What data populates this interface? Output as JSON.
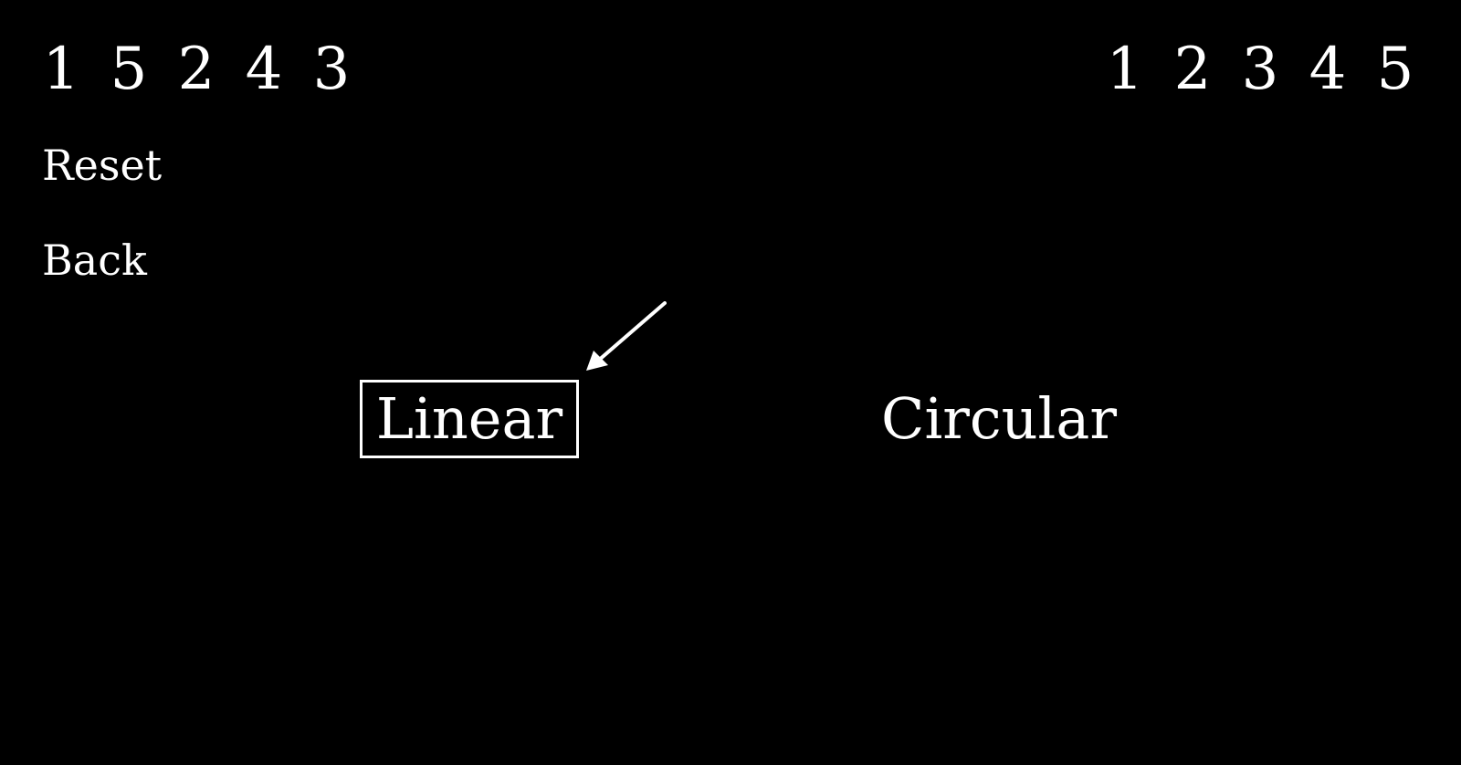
{
  "sequence_left": [
    "1",
    "5",
    "2",
    "4",
    "3"
  ],
  "sequence_right": [
    "1",
    "2",
    "3",
    "4",
    "5"
  ],
  "menu": {
    "reset_label": "Reset",
    "back_label": "Back"
  },
  "modes": {
    "linear_label": "Linear",
    "circular_label": "Circular",
    "selected": "Linear"
  },
  "icons": {
    "pointer": "arrow-pointer-icon"
  },
  "colors": {
    "background": "#000000",
    "foreground": "#ffffff"
  }
}
